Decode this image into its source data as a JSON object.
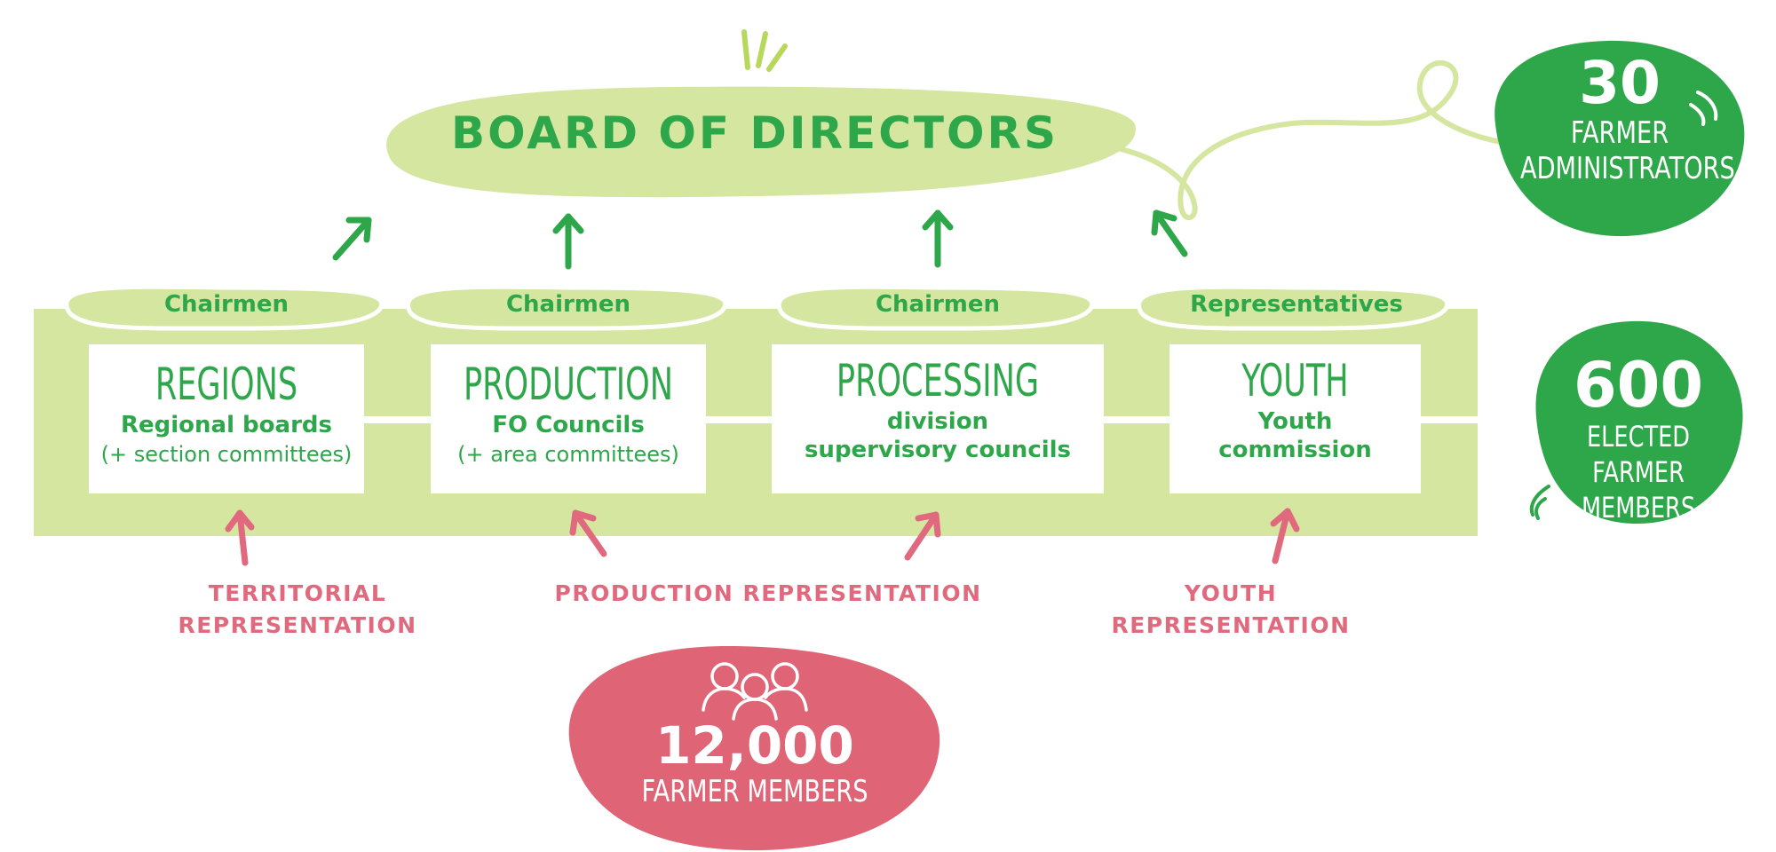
{
  "board": {
    "title": "BOARD OF DIRECTORS"
  },
  "columns": [
    {
      "pill": "Chairmen",
      "title": "REGIONS",
      "line1": "Regional boards",
      "line2": "(+ section committees)"
    },
    {
      "pill": "Chairmen",
      "title": "PRODUCTION",
      "line1": "FO Councils",
      "line2": "(+ area committees)"
    },
    {
      "pill": "Chairmen",
      "title": "PROCESSING",
      "line1": "division",
      "line2": "supervisory councils"
    },
    {
      "pill": "Representatives",
      "title": "YOUTH",
      "line1": "Youth",
      "line2": "commission"
    }
  ],
  "representation": {
    "territorial": [
      "TERRITORIAL",
      "REPRESENTATION"
    ],
    "production": "PRODUCTION REPRESENTATION",
    "youth": [
      "YOUTH",
      "REPRESENTATION"
    ]
  },
  "stats": {
    "administrators": {
      "number": "30",
      "label": [
        "FARMER",
        "ADMINISTRATORS"
      ]
    },
    "elected": {
      "number": "600",
      "label": [
        "ELECTED FARMER",
        "MEMBERS"
      ]
    },
    "members": {
      "number": "12,000",
      "label": "FARMER MEMBERS"
    }
  },
  "colors": {
    "green": "#2ea64a",
    "light_green": "#d4e6a0",
    "pink": "#e0697e",
    "pink_blob": "#de6476",
    "white": "#ffffff"
  },
  "icons": [
    "people-group-icon",
    "sparkle-icon",
    "arrow-icon"
  ]
}
